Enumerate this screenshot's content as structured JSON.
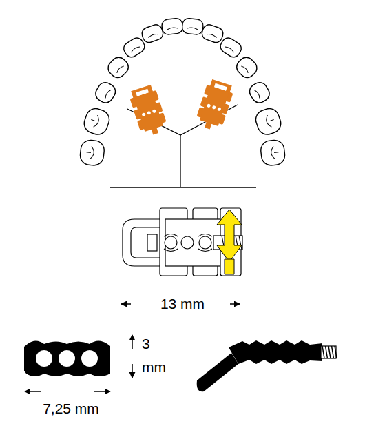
{
  "diagram": {
    "labels": [
      "13 mm",
      "3 mm",
      "7,25 mm"
    ]
  }
}
